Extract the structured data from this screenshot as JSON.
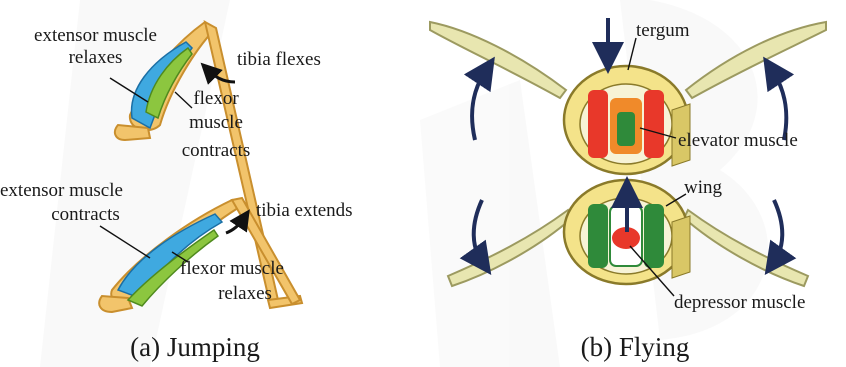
{
  "panel_a": {
    "caption": "(a) Jumping",
    "top_labels": {
      "extensor_relaxes_1": "extensor muscle",
      "extensor_relaxes_2": "relaxes",
      "tibia_flexes": "tibia flexes",
      "flexor_contracts_1": "flexor",
      "flexor_contracts_2": "muscle",
      "flexor_contracts_3": "contracts"
    },
    "bottom_labels": {
      "extensor_contracts_1": "extensor muscle",
      "extensor_contracts_2": "contracts",
      "tibia_extends": "tibia extends",
      "flexor_relaxes_1": "flexor muscle",
      "flexor_relaxes_2": "relaxes"
    }
  },
  "panel_b": {
    "caption": "(b) Flying",
    "top_labels": {
      "tergum": "tergum",
      "elevator_muscle": "elevator muscle"
    },
    "bottom_labels": {
      "wing": "wing",
      "depressor_muscle": "depressor muscle"
    }
  },
  "colors": {
    "leg": "#f2c46b",
    "leg_outline": "#c98f2e",
    "extensor_blue": "#3fa9e0",
    "flexor_green": "#8cc63f",
    "elevator_red": "#e8382a",
    "depressor_green": "#2f8a3a",
    "wing": "#e8e6b0",
    "thorax": "#f4e38a",
    "arrow": "#1f2d5a",
    "watermark": "#eeeeee"
  }
}
